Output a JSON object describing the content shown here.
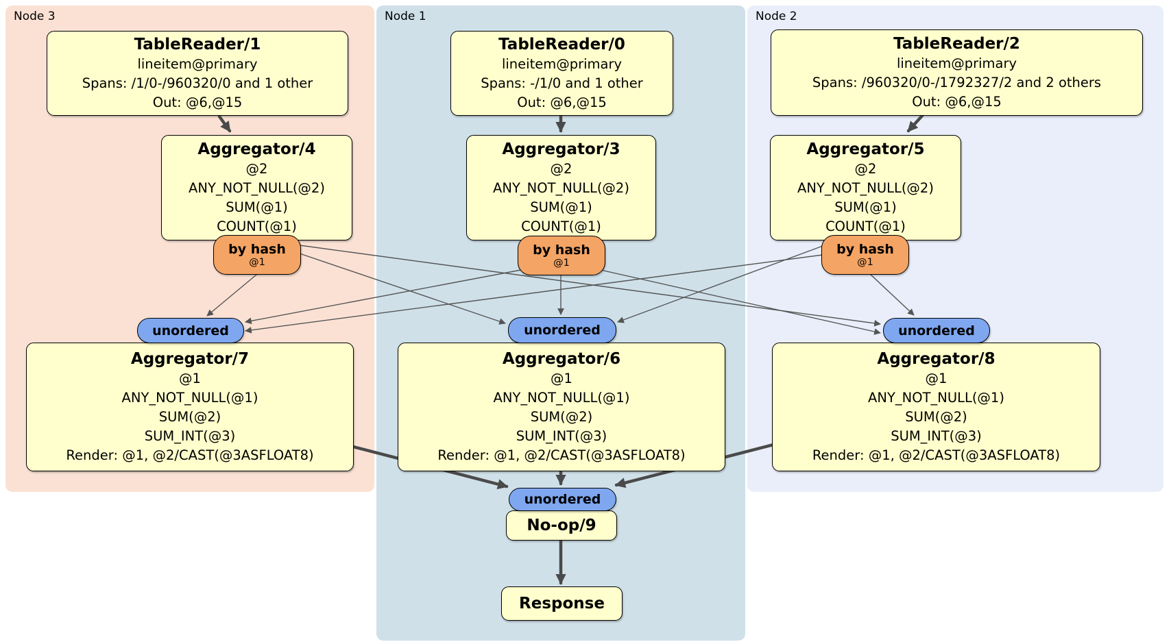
{
  "regions": [
    {
      "label": "Node 3",
      "bg": "#fbe1d4"
    },
    {
      "label": "Node 1",
      "bg": "#cfe0e9"
    },
    {
      "label": "Node 2",
      "bg": "#e9eefa"
    }
  ],
  "colors": {
    "node3_bg": "#fbe1d4",
    "node1_bg": "#cfe0e9",
    "node2_bg": "#e9eefa",
    "box_fill": "#ffffcd",
    "router_fill": "#f4a464",
    "sync_fill": "#7ea7f0",
    "edge_thin": "#555555",
    "edge_thick": "#4a4a4a"
  },
  "processors": {
    "tr1": {
      "title": "TableReader/1",
      "lines": [
        "lineitem@primary",
        "Spans: /1/0-/960320/0 and 1 other",
        "Out: @6,@15"
      ]
    },
    "tr0": {
      "title": "TableReader/0",
      "lines": [
        "lineitem@primary",
        "Spans: -/1/0 and 1 other",
        "Out: @6,@15"
      ]
    },
    "tr2": {
      "title": "TableReader/2",
      "lines": [
        "lineitem@primary",
        "Spans: /960320/0-/1792327/2 and 2 others",
        "Out: @6,@15"
      ]
    },
    "agg4": {
      "title": "Aggregator/4",
      "lines": [
        "@2",
        "ANY_NOT_NULL(@2)",
        "SUM(@1)",
        "COUNT(@1)"
      ]
    },
    "agg3": {
      "title": "Aggregator/3",
      "lines": [
        "@2",
        "ANY_NOT_NULL(@2)",
        "SUM(@1)",
        "COUNT(@1)"
      ]
    },
    "agg5": {
      "title": "Aggregator/5",
      "lines": [
        "@2",
        "ANY_NOT_NULL(@2)",
        "SUM(@1)",
        "COUNT(@1)"
      ]
    },
    "agg7": {
      "title": "Aggregator/7",
      "lines": [
        "@1",
        "ANY_NOT_NULL(@1)",
        "SUM(@2)",
        "SUM_INT(@3)",
        "Render: @1, @2/CAST(@3ASFLOAT8)"
      ]
    },
    "agg6": {
      "title": "Aggregator/6",
      "lines": [
        "@1",
        "ANY_NOT_NULL(@1)",
        "SUM(@2)",
        "SUM_INT(@3)",
        "Render: @1, @2/CAST(@3ASFLOAT8)"
      ]
    },
    "agg8": {
      "title": "Aggregator/8",
      "lines": [
        "@1",
        "ANY_NOT_NULL(@1)",
        "SUM(@2)",
        "SUM_INT(@3)",
        "Render: @1, @2/CAST(@3ASFLOAT8)"
      ]
    },
    "noop": {
      "title": "No-op/9"
    },
    "response": {
      "title": "Response"
    }
  },
  "router": {
    "label": "by hash",
    "key": "@1"
  },
  "sync": {
    "label": "unordered"
  }
}
